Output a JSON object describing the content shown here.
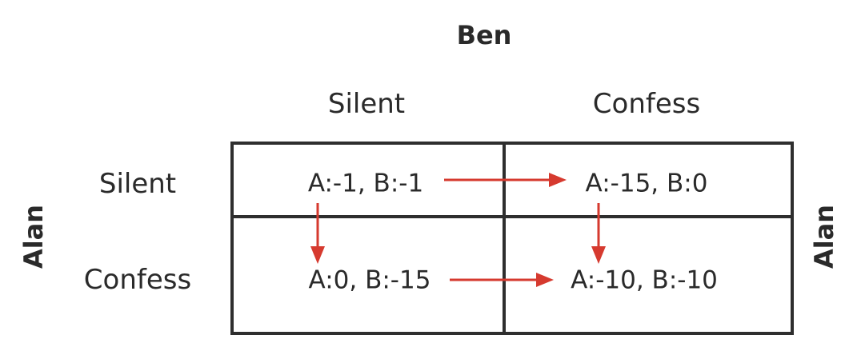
{
  "players": {
    "column": "Ben",
    "row_left": "Alan",
    "row_right": "Alan"
  },
  "columns": {
    "silent": "Silent",
    "confess": "Confess"
  },
  "rows": {
    "silent": "Silent",
    "confess": "Confess"
  },
  "payoffs": {
    "silent_silent": "A:-1, B:-1",
    "silent_confess": "A:-15, B:0",
    "confess_silent": "A:0, B:-15",
    "confess_confess": "A:-10, B:-10"
  },
  "colors": {
    "arrow": "#d63a2f",
    "line": "#2e2e2e",
    "text": "#2a2a2a"
  }
}
